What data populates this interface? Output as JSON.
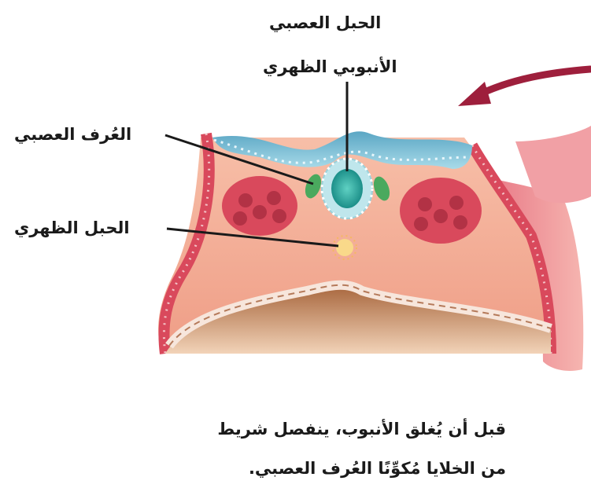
{
  "labels": {
    "neural_cord": "الحبل العصبي",
    "dorsal_tube": "الأنبوبي الظهري",
    "neural_crest": "العُرف العصبي",
    "notochord": "الحبل الظهري"
  },
  "caption": {
    "line1": "قبل أن يُغلق الأنبوب، ينفصل شريط",
    "line2": "من الخلايا مُكوِّنًا العُرف العصبي."
  },
  "colors": {
    "ectoderm_blue": "#8ec9de",
    "tissue_pink": "#f2a892",
    "outer_red": "#d9495c",
    "neural_tube": "#2fb0a6",
    "crest_green": "#4aa95e",
    "arrow": "#9e1f3c",
    "cavity_brown": "#c98a5a"
  }
}
